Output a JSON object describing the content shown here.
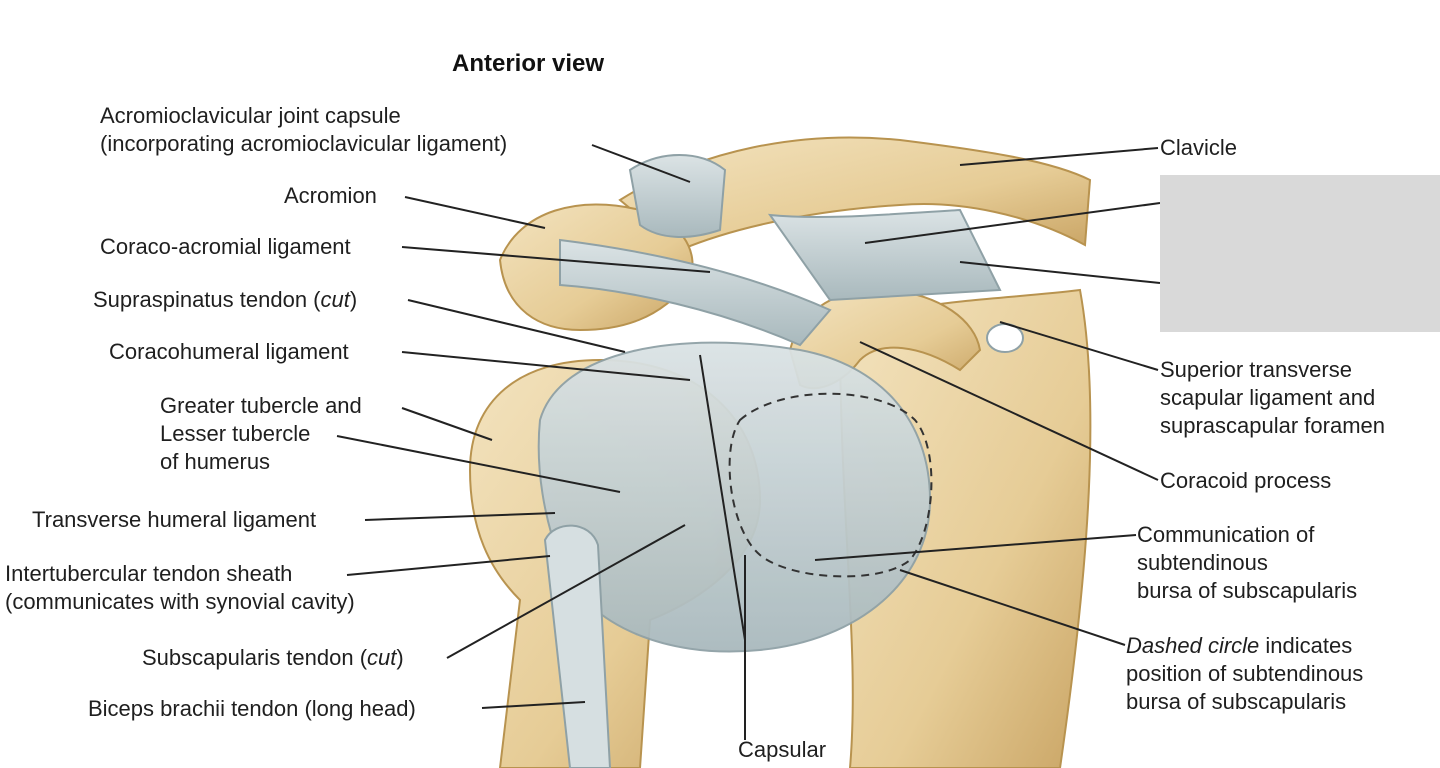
{
  "title": "Anterior view",
  "labels": {
    "acj_1": "Acromioclavicular joint capsule",
    "acj_2": "(incorporating acromioclavicular ligament)",
    "acromion": "Acromion",
    "coraco_acromial": "Coraco-acromial ligament",
    "supraspinatus_a": "Supraspinatus tendon (",
    "supraspinatus_cut": "cut",
    "supraspinatus_b": ")",
    "coracohumeral": "Coracohumeral ligament",
    "tubercle_1": "Greater tubercle and",
    "tubercle_2": "Lesser tubercle",
    "tubercle_3": "of humerus",
    "transverse_humeral": "Transverse humeral ligament",
    "intertubercular_1": "Intertubercular tendon sheath",
    "intertubercular_2": "(communicates with synovial cavity)",
    "subscapularis_a": "Subscapularis tendon (",
    "subscapularis_cut": "cut",
    "subscapularis_b": ")",
    "biceps": "Biceps brachii tendon (long head)",
    "capsular": "Capsular",
    "clavicle": "Clavicle",
    "sts_1": "Superior transverse",
    "sts_2": "scapular ligament and",
    "sts_3": "suprascapular foramen",
    "coracoid": "Coracoid process",
    "comm_1": "Communication of",
    "comm_2": "subtendinous",
    "comm_3": "bursa of subscapularis",
    "dashed_a": "Dashed circle",
    "dashed_b": " indicates",
    "dashed_2": "position of subtendinous",
    "dashed_3": "bursa of subscapularis"
  },
  "colors": {
    "bone": "#e9d2a3",
    "bone_shadow": "#c9a464",
    "ligament": "#c7d3d6",
    "ligament_dark": "#9fb0b5",
    "leader": "#222222",
    "grey_box": "#d9d9d9"
  }
}
